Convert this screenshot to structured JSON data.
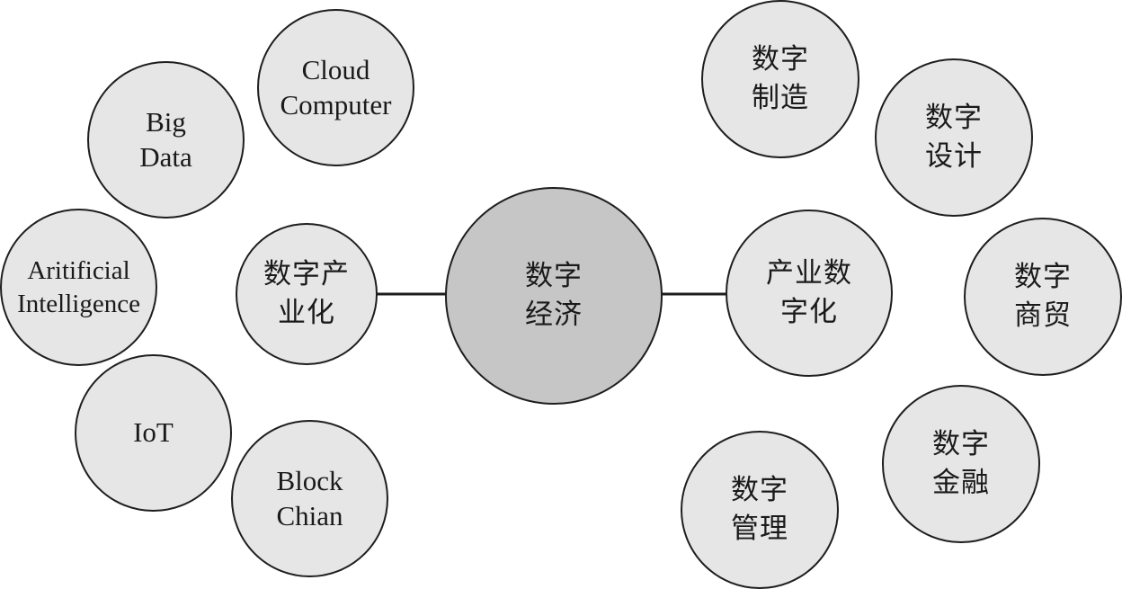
{
  "colors": {
    "node_fill": "#e6e6e6",
    "center_fill": "#c6c6c6",
    "stroke": "#1e1e1e"
  },
  "center": {
    "id": "digital-economy",
    "label": "数字\n经济"
  },
  "left_hub": {
    "id": "digital-industrialization",
    "label": "数字产\n业化",
    "children": [
      {
        "id": "cloud-computer",
        "label": "Cloud\nComputer"
      },
      {
        "id": "big-data",
        "label": "Big\nData"
      },
      {
        "id": "artificial-intelligence",
        "label": "Aritificial\nIntelligence"
      },
      {
        "id": "iot",
        "label": "IoT"
      },
      {
        "id": "block-chain",
        "label": "Block\nChian"
      }
    ]
  },
  "right_hub": {
    "id": "industrial-digitalization",
    "label": "产业数\n字化",
    "children": [
      {
        "id": "digital-manufacturing",
        "label": "数字\n制造"
      },
      {
        "id": "digital-design",
        "label": "数字\n设计"
      },
      {
        "id": "digital-commerce",
        "label": "数字\n商贸"
      },
      {
        "id": "digital-finance",
        "label": "数字\n金融"
      },
      {
        "id": "digital-management",
        "label": "数字\n管理"
      }
    ]
  },
  "edges": [
    {
      "from": "digital-industrialization",
      "to": "digital-economy"
    },
    {
      "from": "digital-economy",
      "to": "industrial-digitalization"
    }
  ]
}
